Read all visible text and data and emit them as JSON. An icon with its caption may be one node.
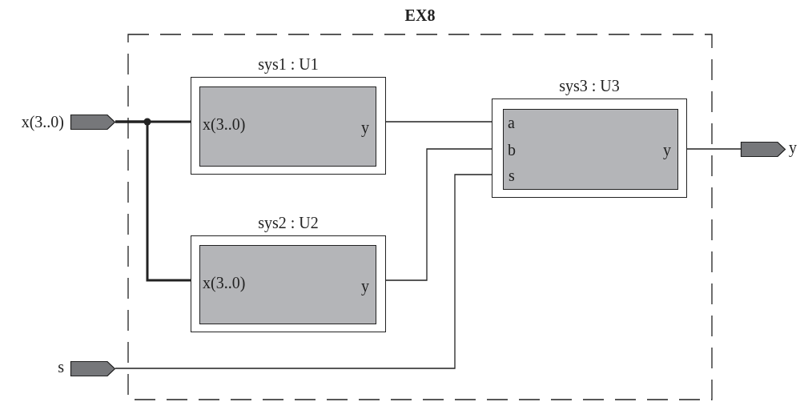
{
  "diagram": {
    "nodes": [
      {
        "text": [
          "EX8"
        ]
      },
      {
        "text": [],
        "shape": "pentagon",
        "beside": [
          "x(3..0)"
        ]
      },
      {
        "text": [
          "sys1 : U1"
        ],
        "in": 0
      },
      {
        "text": [
          "x(3..0)",
          "y"
        ],
        "in": 2
      },
      {
        "text": [
          "sys2 : U2"
        ],
        "in": 0
      },
      {
        "text": [
          "x(3..0)",
          "y"
        ],
        "in": 4
      },
      {
        "text": [
          "sys3 : U3"
        ],
        "in": 0
      },
      {
        "text": [
          "a",
          "b",
          "s",
          "y"
        ],
        "in": 6
      },
      {
        "text": [],
        "shape": "pentagon",
        "beside": [
          "s"
        ]
      },
      {
        "text": [],
        "shape": "pentagon",
        "beside": [
          "y"
        ]
      }
    ],
    "edges": [
      {
        "from": 1,
        "to": 2,
        "arrow": "none",
        "style": "thick"
      },
      {
        "from": 1,
        "to": 4,
        "arrow": "none",
        "style": "thick"
      },
      {
        "from": 2,
        "to": 6,
        "arrow": "none"
      },
      {
        "from": 4,
        "to": 6,
        "arrow": "none"
      },
      {
        "from": 8,
        "to": 6,
        "arrow": "none"
      },
      {
        "from": 6,
        "to": 9,
        "arrow": "none"
      }
    ]
  }
}
